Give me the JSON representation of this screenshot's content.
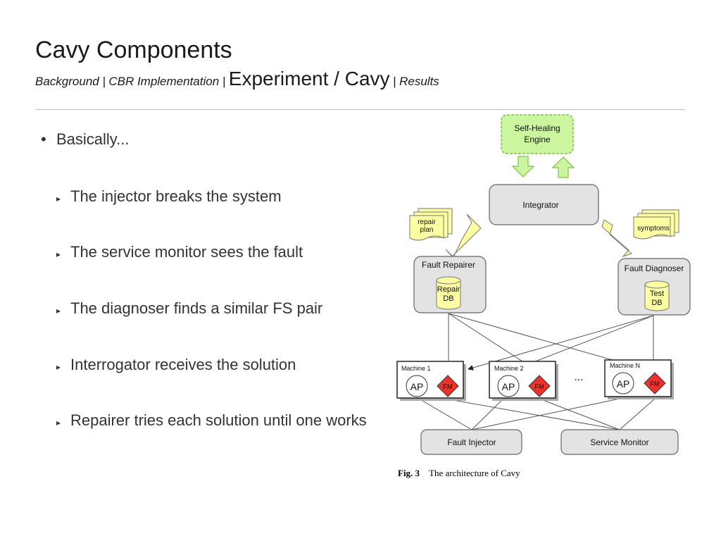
{
  "slide": {
    "title": "Cavy Components",
    "breadcrumb": {
      "background": "Background |",
      "cbr": "CBR Implementation |",
      "current": "Experiment / Cavy",
      "results": "| Results"
    }
  },
  "bullets": {
    "main": "Basically...",
    "subs": [
      "The injector breaks the system",
      "The service monitor sees the fault",
      "The diagnoser finds a similar FS pair",
      "Interrogator receives the solution",
      "Repairer tries each solution until one works"
    ]
  },
  "diagram": {
    "self_healing_line1": "Self-Healing",
    "self_healing_line2": "Engine",
    "integrator": "Integrator",
    "repair_plan_line1": "repair",
    "repair_plan_line2": "plan",
    "symptoms": "symptoms",
    "fault_repairer": "Fault Repairer",
    "repair_db_line1": "Repair",
    "repair_db_line2": "DB",
    "fault_diagnoser": "Fault Diagnoser",
    "test_db_line1": "Test",
    "test_db_line2": "DB",
    "machine1": "Machine 1",
    "machine2": "Machine 2",
    "machineN": "Machine N",
    "ap": "AP",
    "fm": "FM",
    "ellipsis": "...",
    "fault_injector": "Fault Injector",
    "service_monitor": "Service Monitor",
    "caption_fig": "Fig. 3",
    "caption_text": "The architecture of Cavy"
  },
  "colors": {
    "green_fill": "#ccf5a0",
    "green_stroke": "#7fc04a",
    "yellow_fill": "#fdfda2",
    "gray_box": "#e3e3e3",
    "fm_red": "#e8322a"
  }
}
